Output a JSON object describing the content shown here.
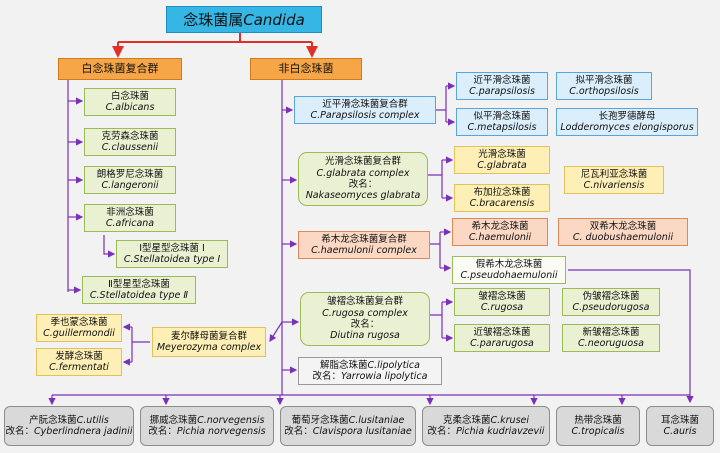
{
  "title": {
    "cn": "念珠菌属",
    "latin": "Candida"
  },
  "groups": {
    "white_complex": "白念珠菌复合群",
    "non_white": "非白念珠菌"
  },
  "white_members": [
    {
      "cn": "白念珠菌",
      "latin": "C.albicans"
    },
    {
      "cn": "克劳森念珠菌",
      "latin": "C.claussenii"
    },
    {
      "cn": "朗格罗尼念珠菌",
      "latin": "C.langeronii"
    },
    {
      "cn": "非洲念珠菌",
      "latin": "C.africana"
    },
    {
      "cn": "Ⅰ型星型念珠菌 Ⅰ",
      "latin": "C.Stellatoidea type Ⅰ"
    },
    {
      "cn": "Ⅱ型星型念珠菌",
      "latin": "C.Stellatoidea type Ⅱ"
    }
  ],
  "meyerozyma": {
    "complex": {
      "cn": "麦尔酵母菌复合群",
      "latin": "Meyerozyma complex"
    },
    "members": [
      {
        "cn": "季也蒙念珠菌",
        "latin": "C.guillermondii"
      },
      {
        "cn": "发酵念珠菌",
        "latin": "C.fermentati"
      }
    ]
  },
  "parapsilosis": {
    "complex": {
      "cn": "近平滑念珠菌复合群",
      "latin": "C.Parapsilosis complex"
    },
    "members": [
      {
        "cn": "近平滑念珠菌",
        "latin": "C.parapsilosis"
      },
      {
        "cn": "拟平滑念珠菌",
        "latin": "C.orthopsilosis"
      },
      {
        "cn": "似平滑念珠菌",
        "latin": "C.metapsilosis"
      },
      {
        "cn": "长孢罗德酵母",
        "latin": "Lodderomyces elongisporus"
      }
    ]
  },
  "glabrata": {
    "complex": {
      "cn": "光滑念珠菌复合群",
      "latin": "C.glabrata complex",
      "alias_label": "改名：",
      "alias": "Nakaseomyces glabrata"
    },
    "members": [
      {
        "cn": "光滑念珠菌",
        "latin": "C.glabrata"
      },
      {
        "cn": "布加拉念珠菌",
        "latin": "C.bracarensis"
      },
      {
        "cn": "尼瓦利亚念珠菌",
        "latin": "C.nivariensis"
      }
    ]
  },
  "haemulonii": {
    "complex": {
      "cn": "希木龙念珠菌复合群",
      "latin": "C.haemulonii complex"
    },
    "members": [
      {
        "cn": "希木龙念珠菌",
        "latin": "C.haemulonii"
      },
      {
        "cn": "双希木龙念珠菌",
        "latin": "C. duobushaemulonii"
      },
      {
        "cn": "假希木龙念珠菌",
        "latin": "C.pseudohaemulonii"
      }
    ]
  },
  "rugosa": {
    "complex": {
      "cn": "皱褶念珠菌复合群",
      "latin": "C.rugosa complex",
      "alias_label": "改名：",
      "alias": "Diutina rugosa"
    },
    "members": [
      {
        "cn": "皱褶念珠菌",
        "latin": "C.rugosa"
      },
      {
        "cn": "伪皱褶念珠菌",
        "latin": "C.pseudorugosa"
      },
      {
        "cn": "近皱褶念珠菌",
        "latin": "C.pararugosa"
      },
      {
        "cn": "新皱褶念珠菌",
        "latin": "C.neoruguosa"
      }
    ]
  },
  "lipolytica": {
    "cn": "解脂念珠菌",
    "latin": "C.lipolytica",
    "alias_label": "改名：",
    "alias": "Yarrowia lipolytica"
  },
  "bottom": [
    {
      "cn": "产朊念珠菌",
      "latin": "C.utilis",
      "alias_label": "改名：",
      "alias": "Cyberlindnera jadinii"
    },
    {
      "cn": "挪威念珠菌",
      "latin": "C.norvegensis",
      "alias_label": "改名：",
      "alias": "Pichia norvegensis"
    },
    {
      "cn": "葡萄牙念珠菌",
      "latin": "C.lusitaniae",
      "alias_label": "改名：",
      "alias": "Clavispora lusitaniae"
    },
    {
      "cn": "克柔念珠菌",
      "latin": "C.krusei",
      "alias_label": "改名：",
      "alias": "Pichia kudriavzevii"
    },
    {
      "cn": "热带念珠菌",
      "latin": "C.tropicalis"
    },
    {
      "cn": "耳念珠菌",
      "latin": "C.auris"
    }
  ],
  "colors": {
    "line_red": "#e0302a",
    "line_purple": "#7a30b8",
    "title": "#35b6e5",
    "orange": "#f6a646"
  }
}
